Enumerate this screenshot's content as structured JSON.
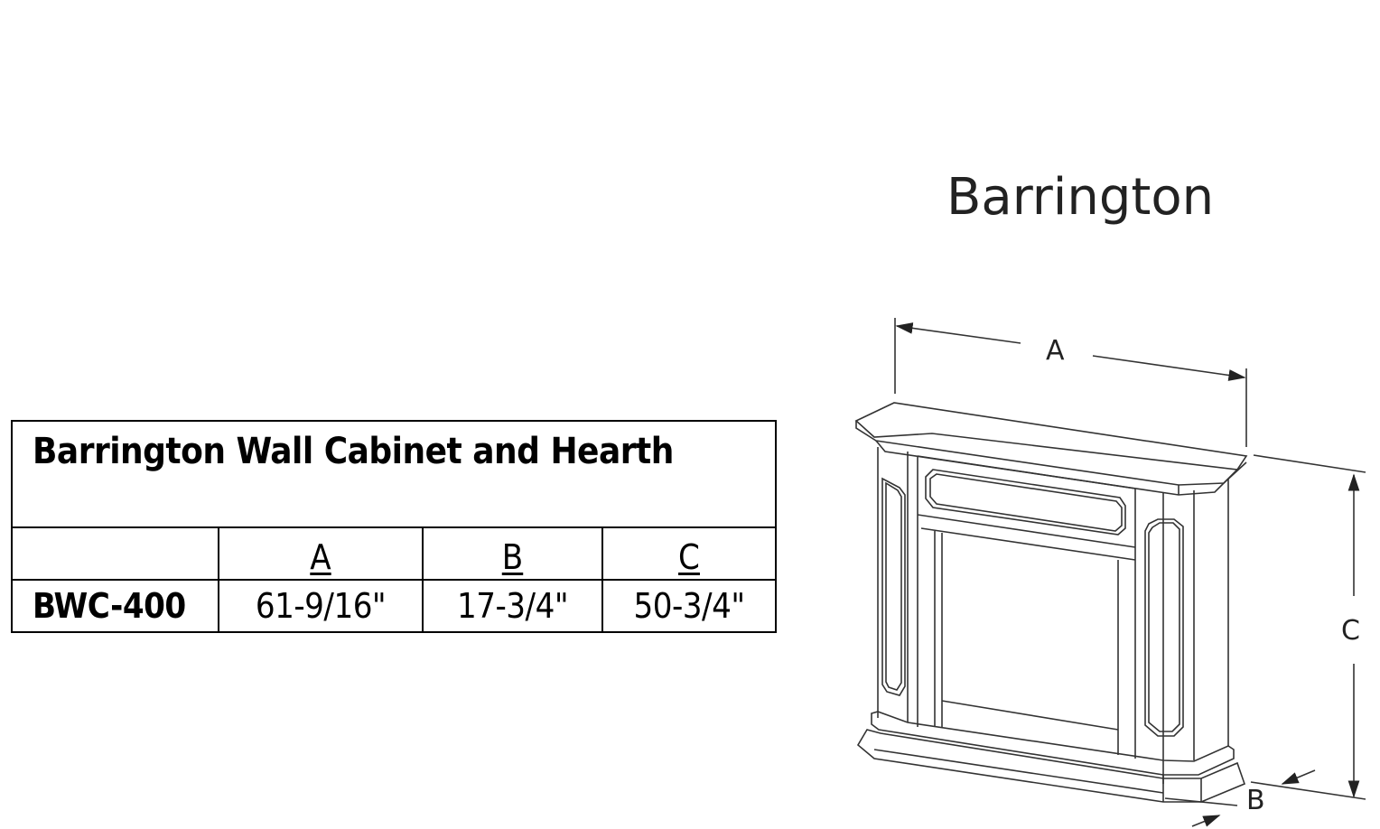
{
  "table": {
    "title": "Barrington Wall Cabinet and Hearth",
    "headers": [
      "",
      "A",
      "B",
      "C"
    ],
    "rows": [
      {
        "model": "BWC-400",
        "a": "61-9/16\"",
        "b": "17-3/4\"",
        "c": "50-3/4\""
      }
    ]
  },
  "drawing": {
    "title": "Barrington",
    "dimension_labels": {
      "a": "A",
      "b": "B",
      "c": "C"
    }
  }
}
